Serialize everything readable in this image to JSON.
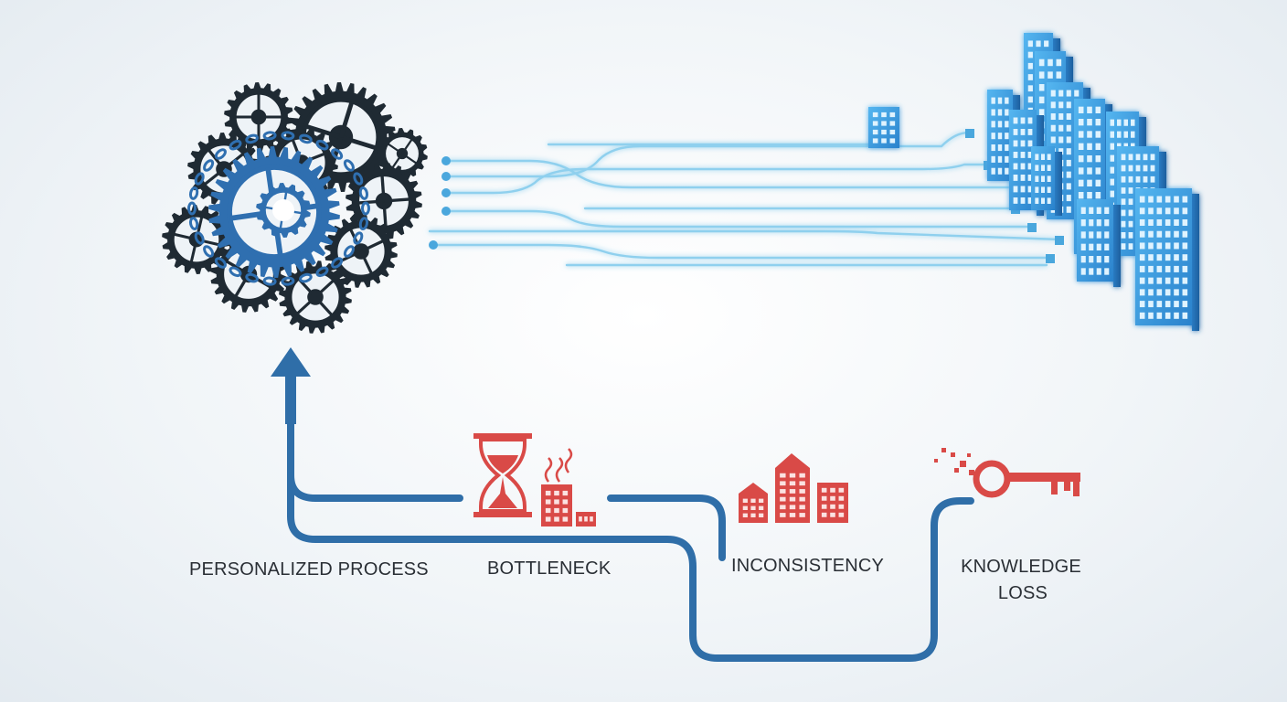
{
  "colors": {
    "gear_dark": "#1f2a33",
    "gear_blue": "#2f6fb0",
    "connector_light": "#8fd0ee",
    "building_blue": "#3a9ee0",
    "flow_path": "#2f6ea8",
    "warning_red": "#d94a47",
    "text": "#2a2f35"
  },
  "stages": [
    {
      "id": "personalized",
      "label": "PERSONALIZED PROCESS",
      "icon": "arrow-up-icon"
    },
    {
      "id": "bottleneck",
      "label": "BOTTLENECK",
      "icon": "hourglass-factory-icon"
    },
    {
      "id": "inconsistency",
      "label": "INCONSISTENCY",
      "icon": "mismatched-buildings-icon"
    },
    {
      "id": "knowledge",
      "label_line1": "KNOWLEDGE",
      "label_line2": "LOSS",
      "icon": "dissolving-key-icon"
    }
  ],
  "icons": {
    "hub": "gear-cluster-icon",
    "destination": "city-buildings-icon",
    "links": "connector-lines"
  }
}
